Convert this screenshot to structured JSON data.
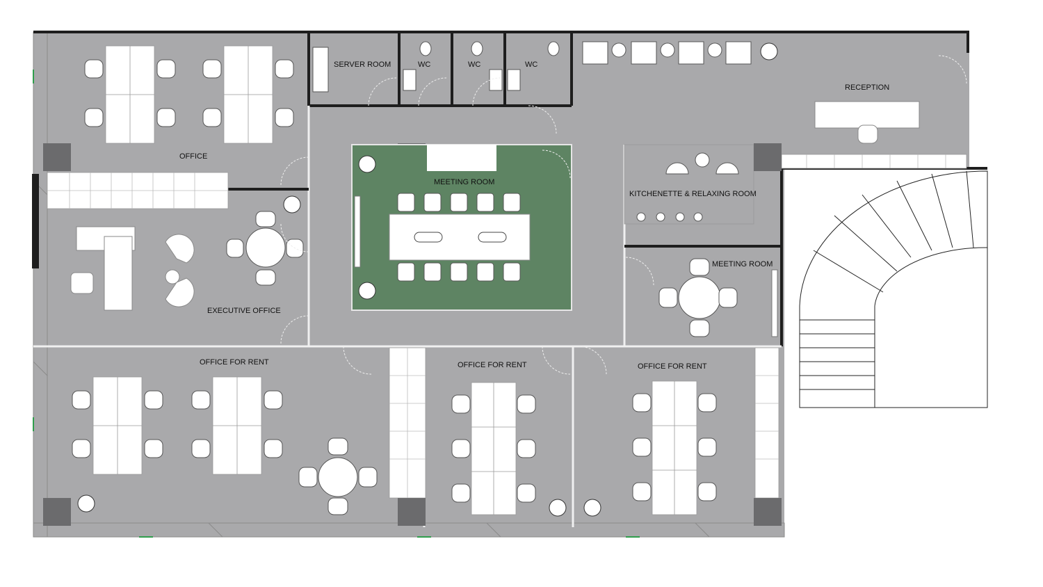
{
  "rooms": {
    "office": "OFFICE",
    "server_room": "SERVER ROOM",
    "wc_1": "WC",
    "wc_2": "WC",
    "wc_3": "WC",
    "reception": "RECEPTION",
    "meeting_room_main": "MEETING ROOM",
    "kitchenette": "KITCHENETTE & RELAXING ROOM",
    "meeting_room_small": "MEETING ROOM",
    "executive_office": "EXECUTIVE OFFICE",
    "office_for_rent_1": "OFFICE FOR RENT",
    "office_for_rent_2": "OFFICE FOR RENT",
    "office_for_rent_3": "OFFICE FOR RENT"
  },
  "colors": {
    "floor": "#a9a9ab",
    "wall": "#1e1e1e",
    "column": "#6b6b6d",
    "meeting_carpet": "#5e8463",
    "furniture": "#ffffff",
    "background": "#ffffff"
  },
  "icons": {
    "plant": "potted-plant-icon",
    "chair": "chair-icon",
    "toilet": "toilet-icon",
    "staircase": "spiral-staircase-icon"
  }
}
